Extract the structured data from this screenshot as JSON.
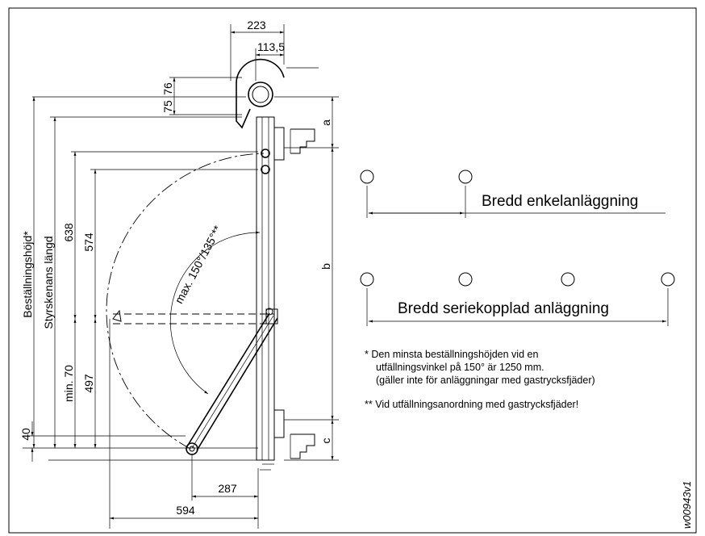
{
  "dimensions": {
    "d223": "223",
    "d113_5": "113,5",
    "d76": "76",
    "d75": "75",
    "d638": "638",
    "d574": "574",
    "d497": "497",
    "min70": "min. 70",
    "d40": "40",
    "d287": "287",
    "d594": "594",
    "a": "a",
    "b": "b",
    "c": "c"
  },
  "labels": {
    "order_height": "Beställningshöjd*",
    "rail_length": "Styrskenans längd",
    "max_angle": "max. 150°/135°**"
  },
  "legend": {
    "single": "Bredd enkelanläggning",
    "series": "Bredd seriekopplad anläggning"
  },
  "notes": {
    "note1_line1": "*  Den minsta beställningshöjden vid en",
    "note1_line2": "utfällningsvinkel på 150° är 1250 mm.",
    "note1_line3": "(gäller inte för anläggningar med gastrycksfjäder)",
    "note2": "** Vid utfällningsanordning med gastrycksfjäder!"
  },
  "drawing_code": "w00943v1"
}
